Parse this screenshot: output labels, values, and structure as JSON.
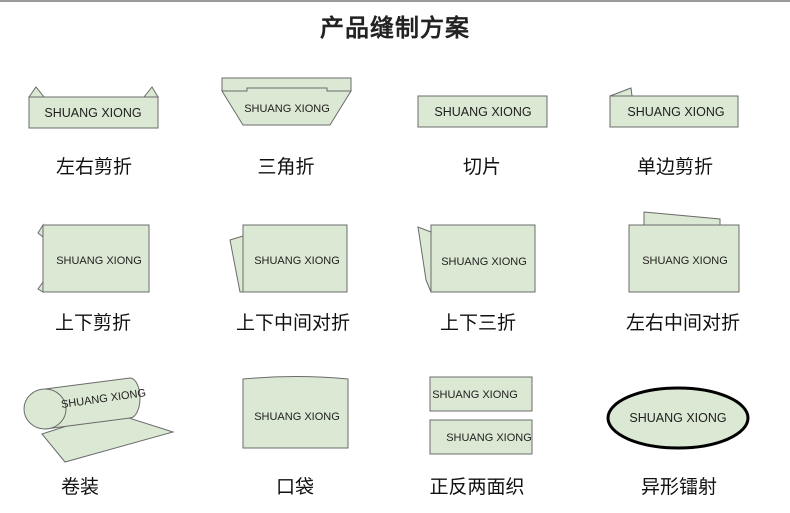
{
  "title": "产品缝制方案",
  "brand_text": "SHUANG XIONG",
  "colors": {
    "fill": "#dbe8d3",
    "stroke": "#6b6b6b",
    "text": "#111111"
  },
  "items": [
    {
      "caption": "左右剪折"
    },
    {
      "caption": "三角折"
    },
    {
      "caption": "切片"
    },
    {
      "caption": "单边剪折"
    },
    {
      "caption": "上下剪折"
    },
    {
      "caption": "上下中间对折"
    },
    {
      "caption": "上下三折"
    },
    {
      "caption": "左右中间对折"
    },
    {
      "caption": "卷装"
    },
    {
      "caption": "口袋"
    },
    {
      "caption": "正反两面织"
    },
    {
      "caption": "异形镭射"
    }
  ]
}
